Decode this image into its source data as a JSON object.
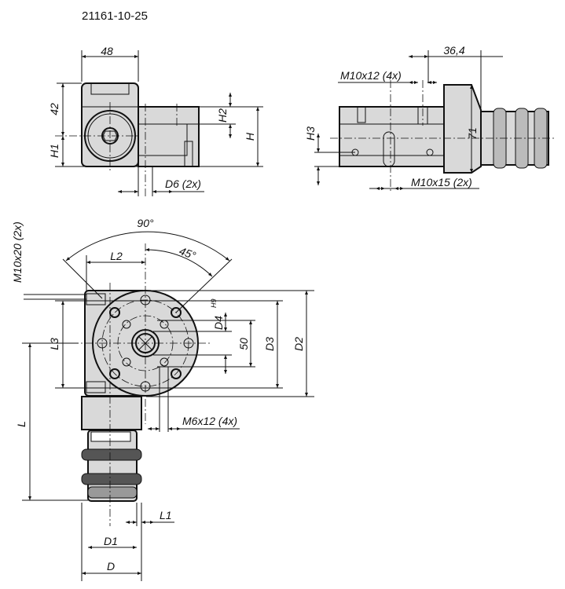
{
  "drawing_number": "21161-10-25",
  "top_left_view": {
    "dim_width": "48",
    "dim_42": "42",
    "dim_h1": "H1",
    "dim_h2": "H2",
    "dim_h": "H",
    "dim_d6": "D6 (2x)"
  },
  "top_right_view": {
    "dim_36_4": "36,4",
    "thread_m10x12": "M10x12 (4x)",
    "dim_h3": "H3",
    "dim_71": "71",
    "thread_m10x15": "M10x15 (2x)"
  },
  "bottom_view": {
    "angle_90": "90°",
    "angle_45": "45°",
    "dim_l2": "L2",
    "thread_m10x20": "M10x20 (2x)",
    "dim_l3": "L3",
    "dim_d4": "D4",
    "dim_d4_tol": "H9",
    "dim_50": "50",
    "dim_d3": "D3",
    "dim_d2": "D2",
    "dim_l": "L",
    "thread_m6x12": "M6x12 (4x)",
    "dim_l1": "L1",
    "dim_d1": "D1",
    "dim_d": "D"
  }
}
